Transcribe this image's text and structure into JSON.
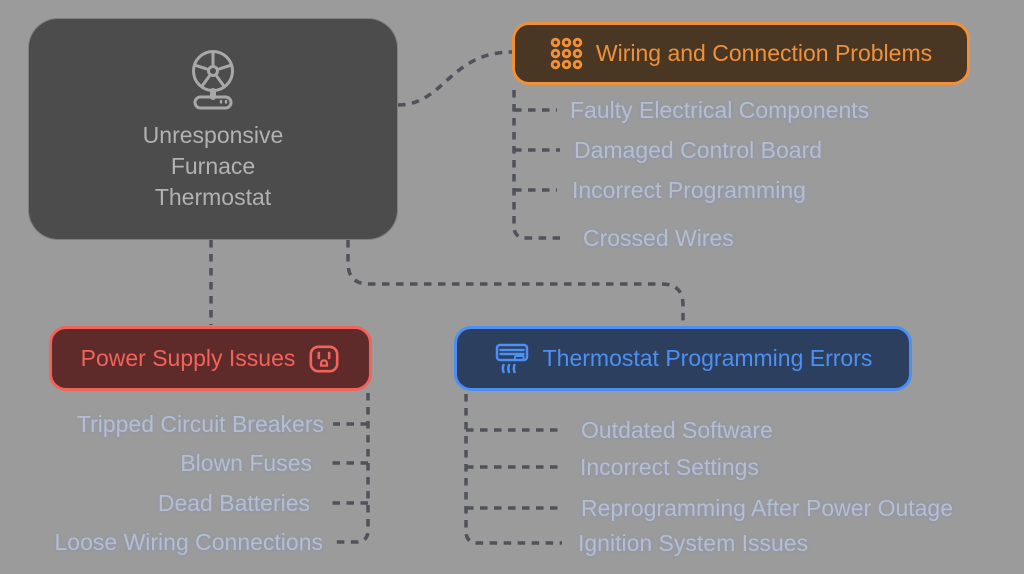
{
  "canvas_bg": "#9b9b9b",
  "root": {
    "bg": "#4c4c4c",
    "text_color": "#b2b2b2",
    "icon": "fan-icon",
    "title_lines": [
      "Unresponsive",
      "Furnace",
      "Thermostat"
    ]
  },
  "branches": {
    "wiring": {
      "label": "Wiring and Connection Problems",
      "icon": "wiring-grid-icon",
      "accent": "#f0913a",
      "bg": "#4a3723",
      "children": [
        "Faulty Electrical Components",
        "Damaged Control Board",
        "Incorrect Programming",
        "Crossed Wires"
      ]
    },
    "power": {
      "label": "Power Supply Issues",
      "icon": "power-outlet-icon",
      "accent": "#f2635a",
      "bg": "#5e2a2a",
      "children": [
        "Tripped Circuit Breakers",
        "Blown Fuses",
        "Dead Batteries",
        "Loose Wiring Connections"
      ]
    },
    "programming": {
      "label": "Thermostat Programming Errors",
      "icon": "air-conditioner-icon",
      "accent": "#4b90f2",
      "bg": "#2d3f5f",
      "children": [
        "Outdated Software",
        "Incorrect Settings",
        "Reprogramming After Power Outage",
        "Ignition System Issues"
      ]
    }
  },
  "connector_color": "#4f525a"
}
